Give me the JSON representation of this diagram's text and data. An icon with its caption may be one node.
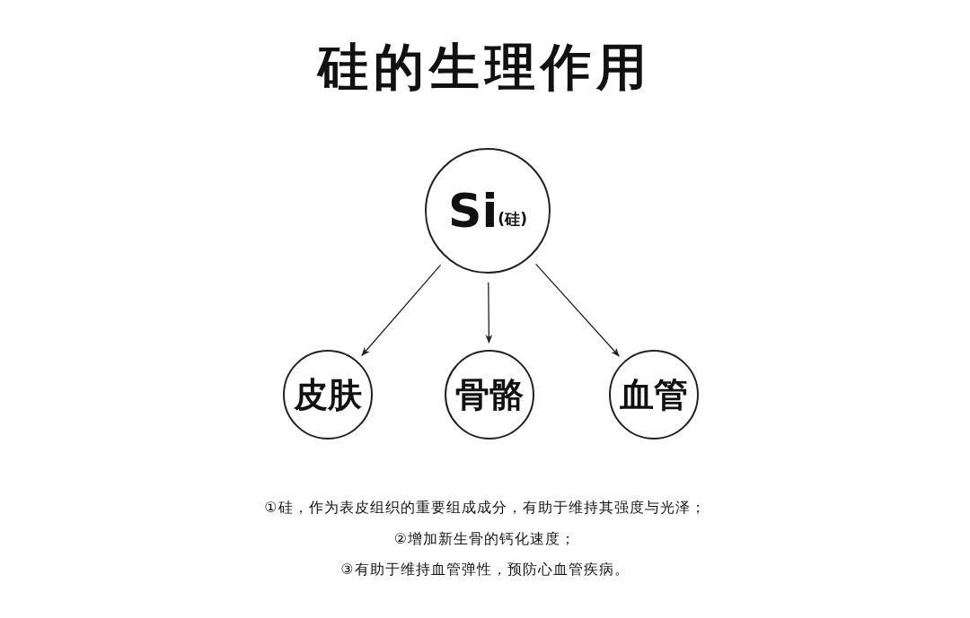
{
  "diagram": {
    "title": "硅的生理作用",
    "nodes": [
      {
        "text": [
          "Si",
          "(硅)"
        ]
      },
      {
        "text": [
          "皮肤"
        ]
      },
      {
        "text": [
          "骨骼"
        ]
      },
      {
        "text": [
          "血管"
        ]
      }
    ],
    "edges": [
      {
        "from": 0,
        "to": 1,
        "arrow": "to"
      },
      {
        "from": 0,
        "to": 2,
        "arrow": "to"
      },
      {
        "from": 0,
        "to": 3,
        "arrow": "to"
      }
    ],
    "labels": [
      "①硅，作为表皮组织的重要组成成分，有助于维持其强度与光泽；",
      "②增加新生骨的钙化速度；",
      "③有助于维持血管弹性，预防心血管疾病。"
    ]
  }
}
